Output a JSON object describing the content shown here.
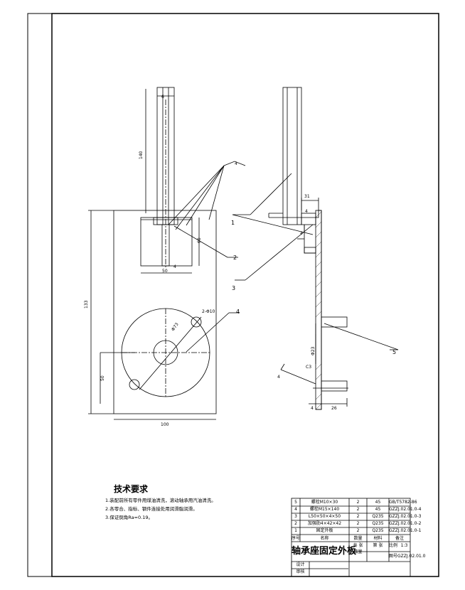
{
  "labels": {
    "callouts": {
      "p1": "1",
      "p2": "2",
      "p3": "3",
      "p4": "4",
      "p5": "5"
    },
    "dims": {
      "w_top": "6",
      "h_post": "140",
      "d_plate_h": "60",
      "d_plate_w": "50",
      "d_plate_4": "4",
      "h_total": "133",
      "w_total": "100",
      "d_left_50": "50",
      "d_dia": "Φ73",
      "d_holes": "2-Φ10",
      "r_31": "31",
      "r_4a": "4",
      "r_4b": "4",
      "r_dia23": "Φ23",
      "r_c3": "C3",
      "r_4c": "4",
      "r_26": "26"
    },
    "weld": "4"
  },
  "tech": {
    "title": "技术要求",
    "notes": [
      "1.装配前所有零件用煤油清洗，滚动轴承用汽油清洗。",
      "2.各零合、指标、钢件连接处用润滑脂润滑。",
      "3.保证倒角Ra=0.19。"
    ]
  },
  "bom": {
    "rows": [
      {
        "no": "5",
        "name": "螺栓M10×30",
        "qty": "2",
        "mat": "45",
        "note": "GB/T5782-86"
      },
      {
        "no": "4",
        "name": "螺栓M15×140",
        "qty": "2",
        "mat": "45",
        "note": "GZZJ.02.01.0-4"
      },
      {
        "no": "3",
        "name": "L50×50×4×50",
        "qty": "2",
        "mat": "Q235",
        "note": "GZZJ.02.01.0-3"
      },
      {
        "no": "2",
        "name": "加强肋4×42×42",
        "qty": "2",
        "mat": "Q235",
        "note": "GZZJ.02.01.0-2"
      },
      {
        "no": "1",
        "name": "固定外板",
        "qty": "2",
        "mat": "Q235",
        "note": "GZZJ.02.01.0-1"
      }
    ],
    "header": {
      "no": "序号",
      "name": "名称",
      "qty": "数量",
      "mat": "材料",
      "note": "备注"
    },
    "title": "轴承座固定外板",
    "weight_label": "共 张",
    "sheet_label": "第 张",
    "scale_label": "比例",
    "scale_value": "1:3",
    "dwg_label": "图号",
    "dwg_value": "GZZJ.02.01.0",
    "qty_label": "数量",
    "design_label": "设计",
    "check_label": "审核"
  }
}
